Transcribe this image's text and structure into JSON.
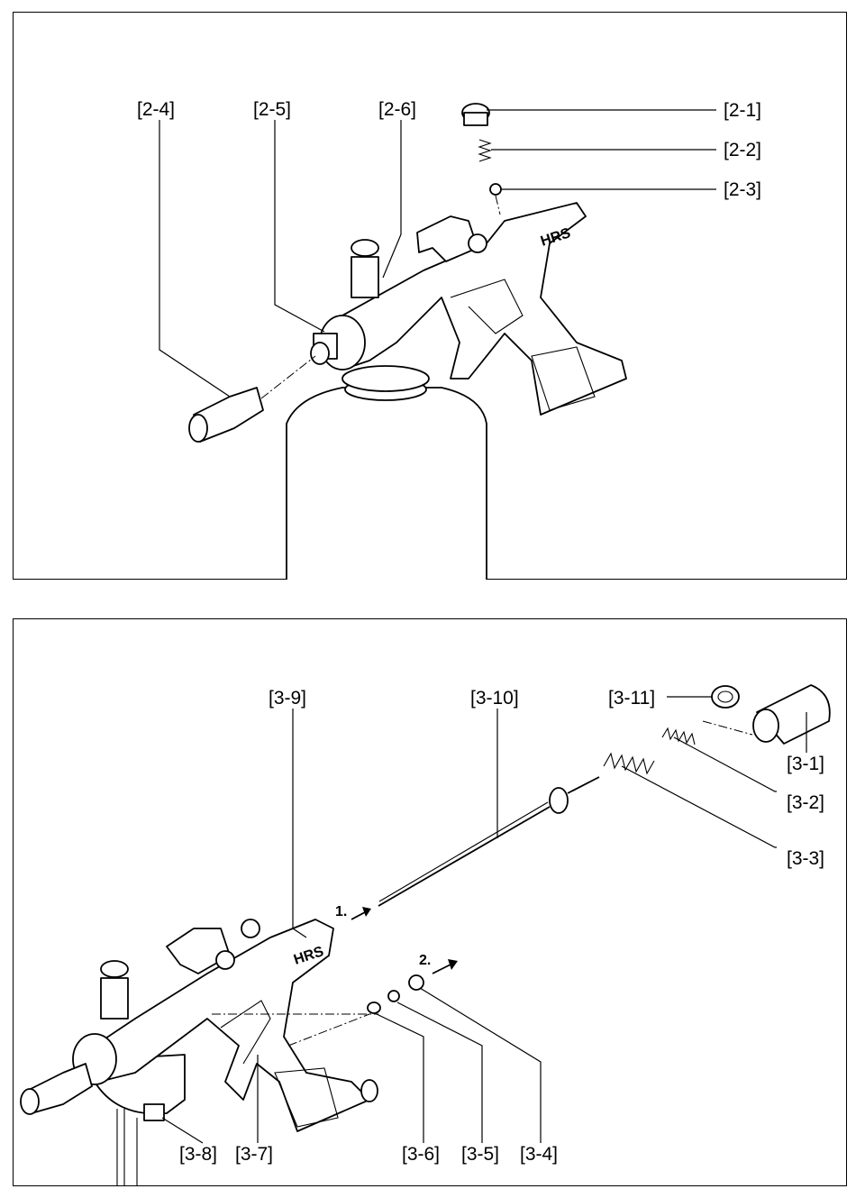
{
  "figure_top": {
    "labels": [
      "[2-1]",
      "[2-2]",
      "[2-3]",
      "[2-4]",
      "[2-5]",
      "[2-6]"
    ],
    "brand": "HRS"
  },
  "figure_bottom": {
    "labels": [
      "[3-1]",
      "[3-2]",
      "[3-3]",
      "[3-4]",
      "[3-5]",
      "[3-6]",
      "[3-7]",
      "[3-8]",
      "[3-9]",
      "[3-10]",
      "[3-11]"
    ],
    "steps": [
      "1.",
      "2."
    ],
    "brand": "HRS"
  }
}
